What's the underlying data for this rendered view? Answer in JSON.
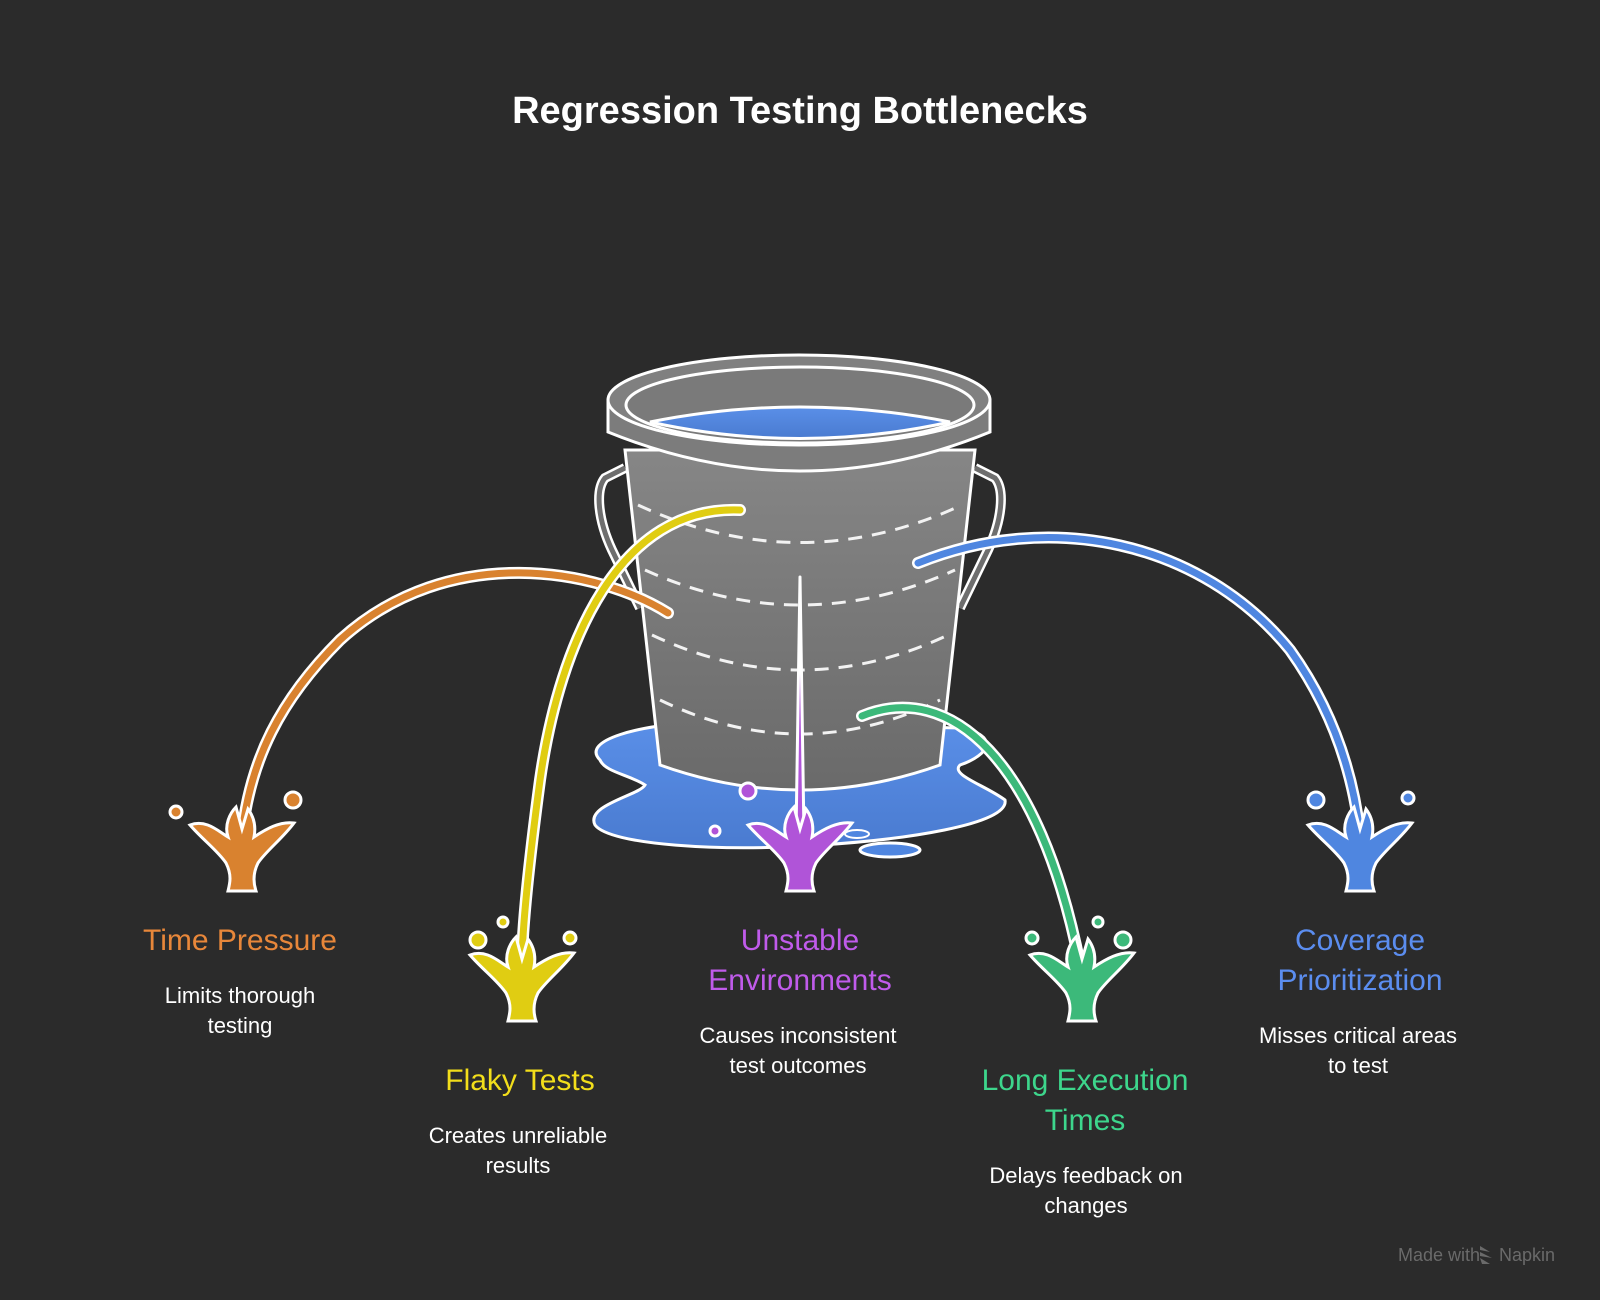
{
  "title": "Regression Testing Bottlenecks",
  "watermark": {
    "prefix": "Made with",
    "brand": "Napkin",
    "icon": "napkin-logo-icon"
  },
  "colors": {
    "background": "#2b2b2b",
    "bucket": "#7a7a7a",
    "water": "#4f86e0",
    "outline": "#ffffff"
  },
  "items": [
    {
      "id": "time-pressure",
      "title_lines": [
        "Time Pressure"
      ],
      "desc_lines": [
        "Limits thorough",
        "testing"
      ],
      "color": "#e8873a",
      "stream_color": "#d9822f"
    },
    {
      "id": "flaky-tests",
      "title_lines": [
        "Flaky Tests"
      ],
      "desc_lines": [
        "Creates unreliable",
        "results"
      ],
      "color": "#f2de1b",
      "stream_color": "#e0cd12"
    },
    {
      "id": "unstable-environments",
      "title_lines": [
        "Unstable",
        "Environments"
      ],
      "desc_lines": [
        "Causes inconsistent",
        "test outcomes"
      ],
      "color": "#c05beb",
      "stream_color": "#b054d8"
    },
    {
      "id": "long-execution-times",
      "title_lines": [
        "Long Execution",
        "Times"
      ],
      "desc_lines": [
        "Delays feedback on",
        "changes"
      ],
      "color": "#3dd68c",
      "stream_color": "#3cb97a"
    },
    {
      "id": "coverage-prioritization",
      "title_lines": [
        "Coverage",
        "Prioritization"
      ],
      "desc_lines": [
        "Misses critical areas",
        "to test"
      ],
      "color": "#5b8def",
      "stream_color": "#4f86e0"
    }
  ]
}
